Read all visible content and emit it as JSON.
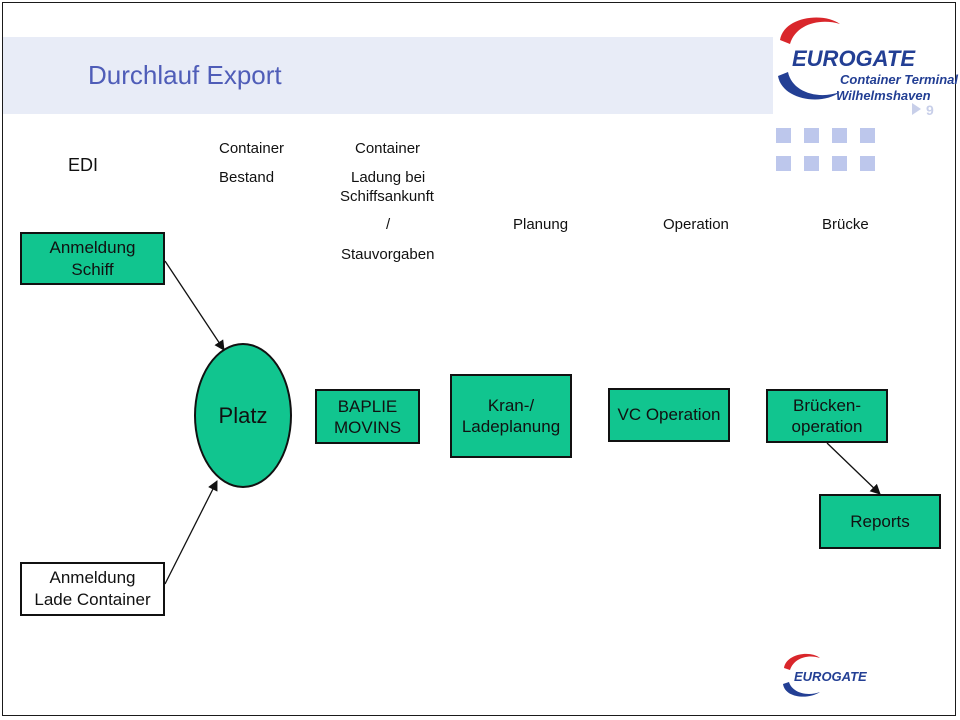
{
  "slide": {
    "title": "Durchlauf Export",
    "page_number": "9"
  },
  "logo": {
    "brand": "EUROGATE",
    "sub1": "Container Terminal",
    "sub2": "Wilhelmshaven",
    "footer_brand": "EUROGATE",
    "colors": {
      "red": "#d9262b",
      "blue": "#233f94"
    }
  },
  "labels": {
    "edi": "EDI",
    "container_1": "Container",
    "bestand": "Bestand",
    "container_2": "Container",
    "ladung_bei": "Ladung bei",
    "schiffsankunft": "Schiffsankunft",
    "slash": "/",
    "stauvorgaben": "Stauvorgaben",
    "planung": "Planung",
    "operation": "Operation",
    "bruecke": "Brücke"
  },
  "nodes": {
    "anmeldung_schiff": [
      "Anmeldung",
      "Schiff"
    ],
    "platz": "Platz",
    "baplie": [
      "BAPLIE",
      "MOVINS"
    ],
    "kran": [
      "Kran-/",
      "Ladeplanung"
    ],
    "vc": "VC Operation",
    "bruecken": [
      "Brücken-",
      "operation"
    ],
    "reports": "Reports",
    "anmeldung_lade": [
      "Anmeldung",
      "Lade Container"
    ]
  },
  "colors": {
    "node_fill": "#11c58f",
    "title_band": "#e8ecf7",
    "title_text": "#4f5db8"
  }
}
